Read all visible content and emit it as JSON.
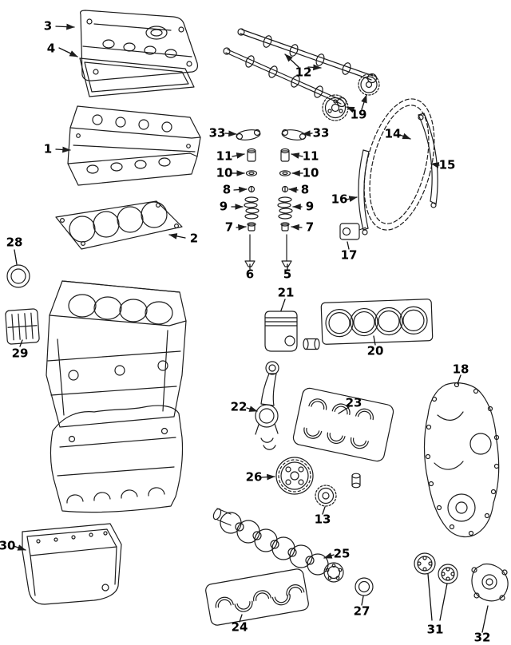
{
  "diagram": {
    "type": "exploded-parts-diagram",
    "colors": {
      "line": "#1d1d1d",
      "background": "#ffffff",
      "label_text": "#000000"
    },
    "labels": [
      "3",
      "4",
      "1",
      "2",
      "28",
      "29",
      "30",
      "12",
      "19",
      "33",
      "33",
      "11",
      "11",
      "10",
      "10",
      "8",
      "8",
      "9",
      "9",
      "7",
      "7",
      "6",
      "5",
      "14",
      "15",
      "16",
      "17",
      "21",
      "20",
      "22",
      "23",
      "18",
      "26",
      "13",
      "25",
      "24",
      "27",
      "31",
      "32"
    ]
  }
}
